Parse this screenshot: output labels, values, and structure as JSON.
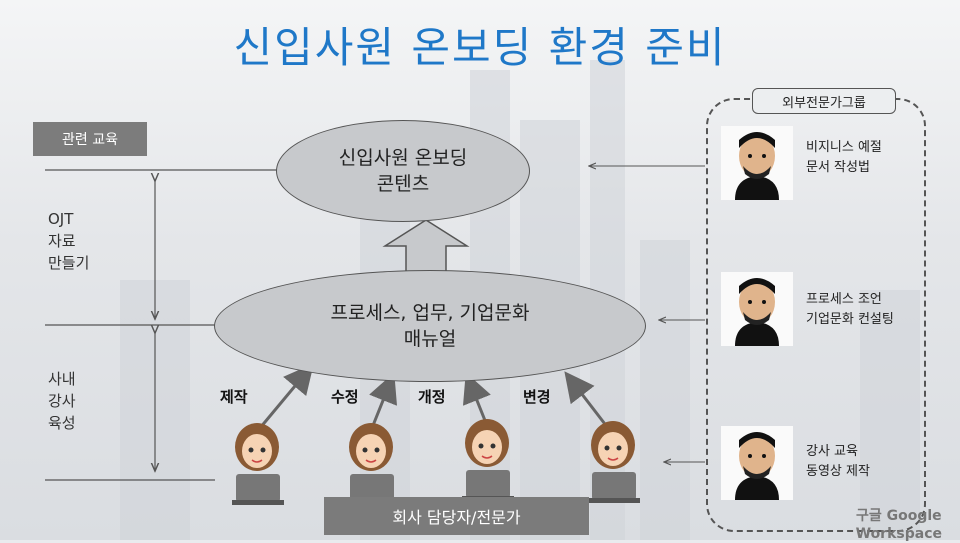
{
  "title": "신입사원 온보딩 환경 준비",
  "left_tag": "관련 교육",
  "left_labels": {
    "ojt": "OJT\n자료\n만들기",
    "inhouse": "사내\n강사\n육성"
  },
  "top_ellipse": "신입사원 온보딩\n콘텐츠",
  "middle_ellipse": "프로세스, 업무, 기업문화\n매뉴얼",
  "actions": [
    "제작",
    "수정",
    "개정",
    "변경"
  ],
  "bottom_label": "회사 담당자/전문가",
  "external_group": {
    "title": "외부전문가그룹",
    "experts": [
      "비지니스 예절\n문서 작성법",
      "프로세스 조언\n기업문화 컨설팅",
      "강사 교육\n동영상 제작"
    ]
  },
  "watermark": "구글 Google\nWorkspace",
  "colors": {
    "title": "#1f78c8",
    "tag": "#7c7c7c",
    "ellipse": "#c7c9cc"
  }
}
